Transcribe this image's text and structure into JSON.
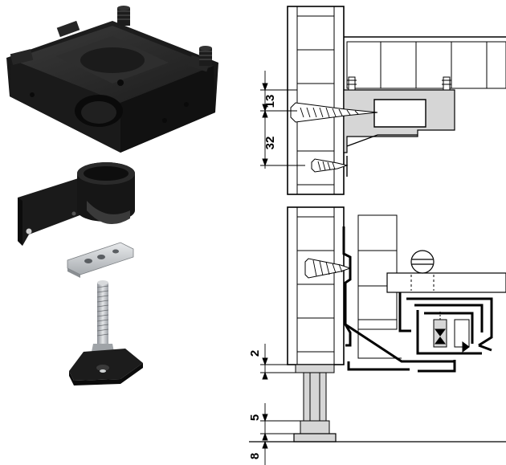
{
  "dimensions": {
    "d13": "13",
    "d32": "32",
    "d2": "2",
    "d5": "5",
    "d8": "8"
  },
  "colors": {
    "plastic": "#2a2a2a",
    "plastic_dark": "#151515",
    "metal": "#c8ccd0",
    "shade": "#d6d6d6",
    "line": "#000000"
  }
}
